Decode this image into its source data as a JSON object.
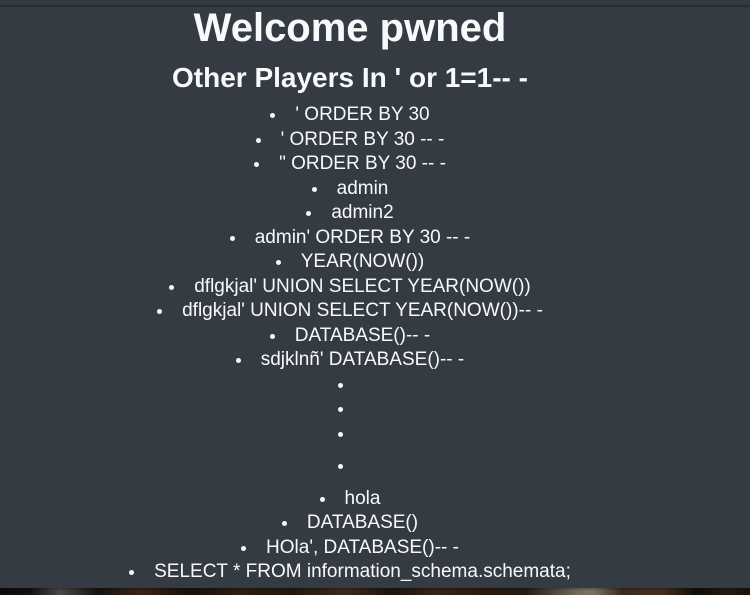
{
  "page": {
    "background_color": "#353b43",
    "text_color": "#f8f9fa"
  },
  "header": {
    "title": "Welcome pwned",
    "subtitle": "Other Players In ' or 1=1-- -"
  },
  "players": {
    "items": [
      "' ORDER BY 30",
      "' ORDER BY 30 -- -",
      "\" ORDER BY 30 -- -",
      "admin",
      "admin2",
      "admin' ORDER BY 30 -- -",
      "YEAR(NOW())",
      "dflgkjal' UNION SELECT YEAR(NOW())",
      "dflgkjal' UNION SELECT YEAR(NOW())-- -",
      "DATABASE()-- -",
      "sdjklnñ' DATABASE()-- -",
      "",
      "",
      "",
      "",
      "hola",
      "DATABASE()",
      "HOla', DATABASE()-- -",
      "SELECT * FROM information_schema.schemata;"
    ]
  }
}
